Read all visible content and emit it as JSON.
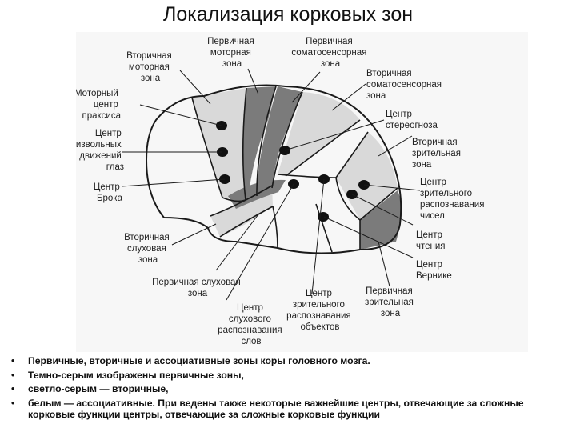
{
  "title": "Локализация корковых зон",
  "labels": {
    "secondary_motor": [
      "Вторичная",
      "моторная",
      "зона"
    ],
    "primary_motor": [
      "Первичная",
      "моторная",
      "зона"
    ],
    "primary_somato": [
      "Первичная",
      "соматосенсорная",
      "зона"
    ],
    "secondary_somato": [
      "Вторичная",
      "соматосенсорная",
      "зона"
    ],
    "praxis": [
      "Моторный",
      "центр",
      "праксиса"
    ],
    "stereognosis": [
      "Центр",
      "стереогноза"
    ],
    "eye_movements": [
      "Центр",
      "произвольных",
      "движений",
      "глаз"
    ],
    "secondary_visual": [
      "Вторичная",
      "зрительная",
      "зона"
    ],
    "broca": [
      "Центр",
      "Брока"
    ],
    "number_recognition": [
      "Центр",
      "зрительного",
      "распознавания",
      "чисел"
    ],
    "reading": [
      "Центр",
      "чтения"
    ],
    "secondary_auditory": [
      "Вторичная",
      "слуховая",
      "зона"
    ],
    "wernicke": [
      "Центр",
      "Вернике"
    ],
    "primary_auditory": [
      "Первичная слуховая",
      "зона"
    ],
    "primary_visual": [
      "Первичная",
      "зрительная",
      "зона"
    ],
    "object_recognition": [
      "Центр",
      "зрительного",
      "распознавания",
      "объектов"
    ],
    "word_recognition": [
      "Центр",
      "слухового",
      "распознавания",
      "слов"
    ]
  },
  "bullets": [
    "Первичные, вторичные и ассоциативные зоны коры головного мозга.",
    "Темно-серым изображены первичные зоны,",
    "светло-серым — вторичные,",
    "белым — ассоциативные. При ведены также некоторые важнейшие центры, отвечающие за сложные корковые функции центры, отвечающие за сложные корковые функции"
  ],
  "colors": {
    "primary_zone": "#7b7b7b",
    "secondary_zone": "#d9d9d9",
    "association_zone": "#ffffff",
    "outline": "#1a1a1a"
  },
  "bullet_symbol": "•"
}
